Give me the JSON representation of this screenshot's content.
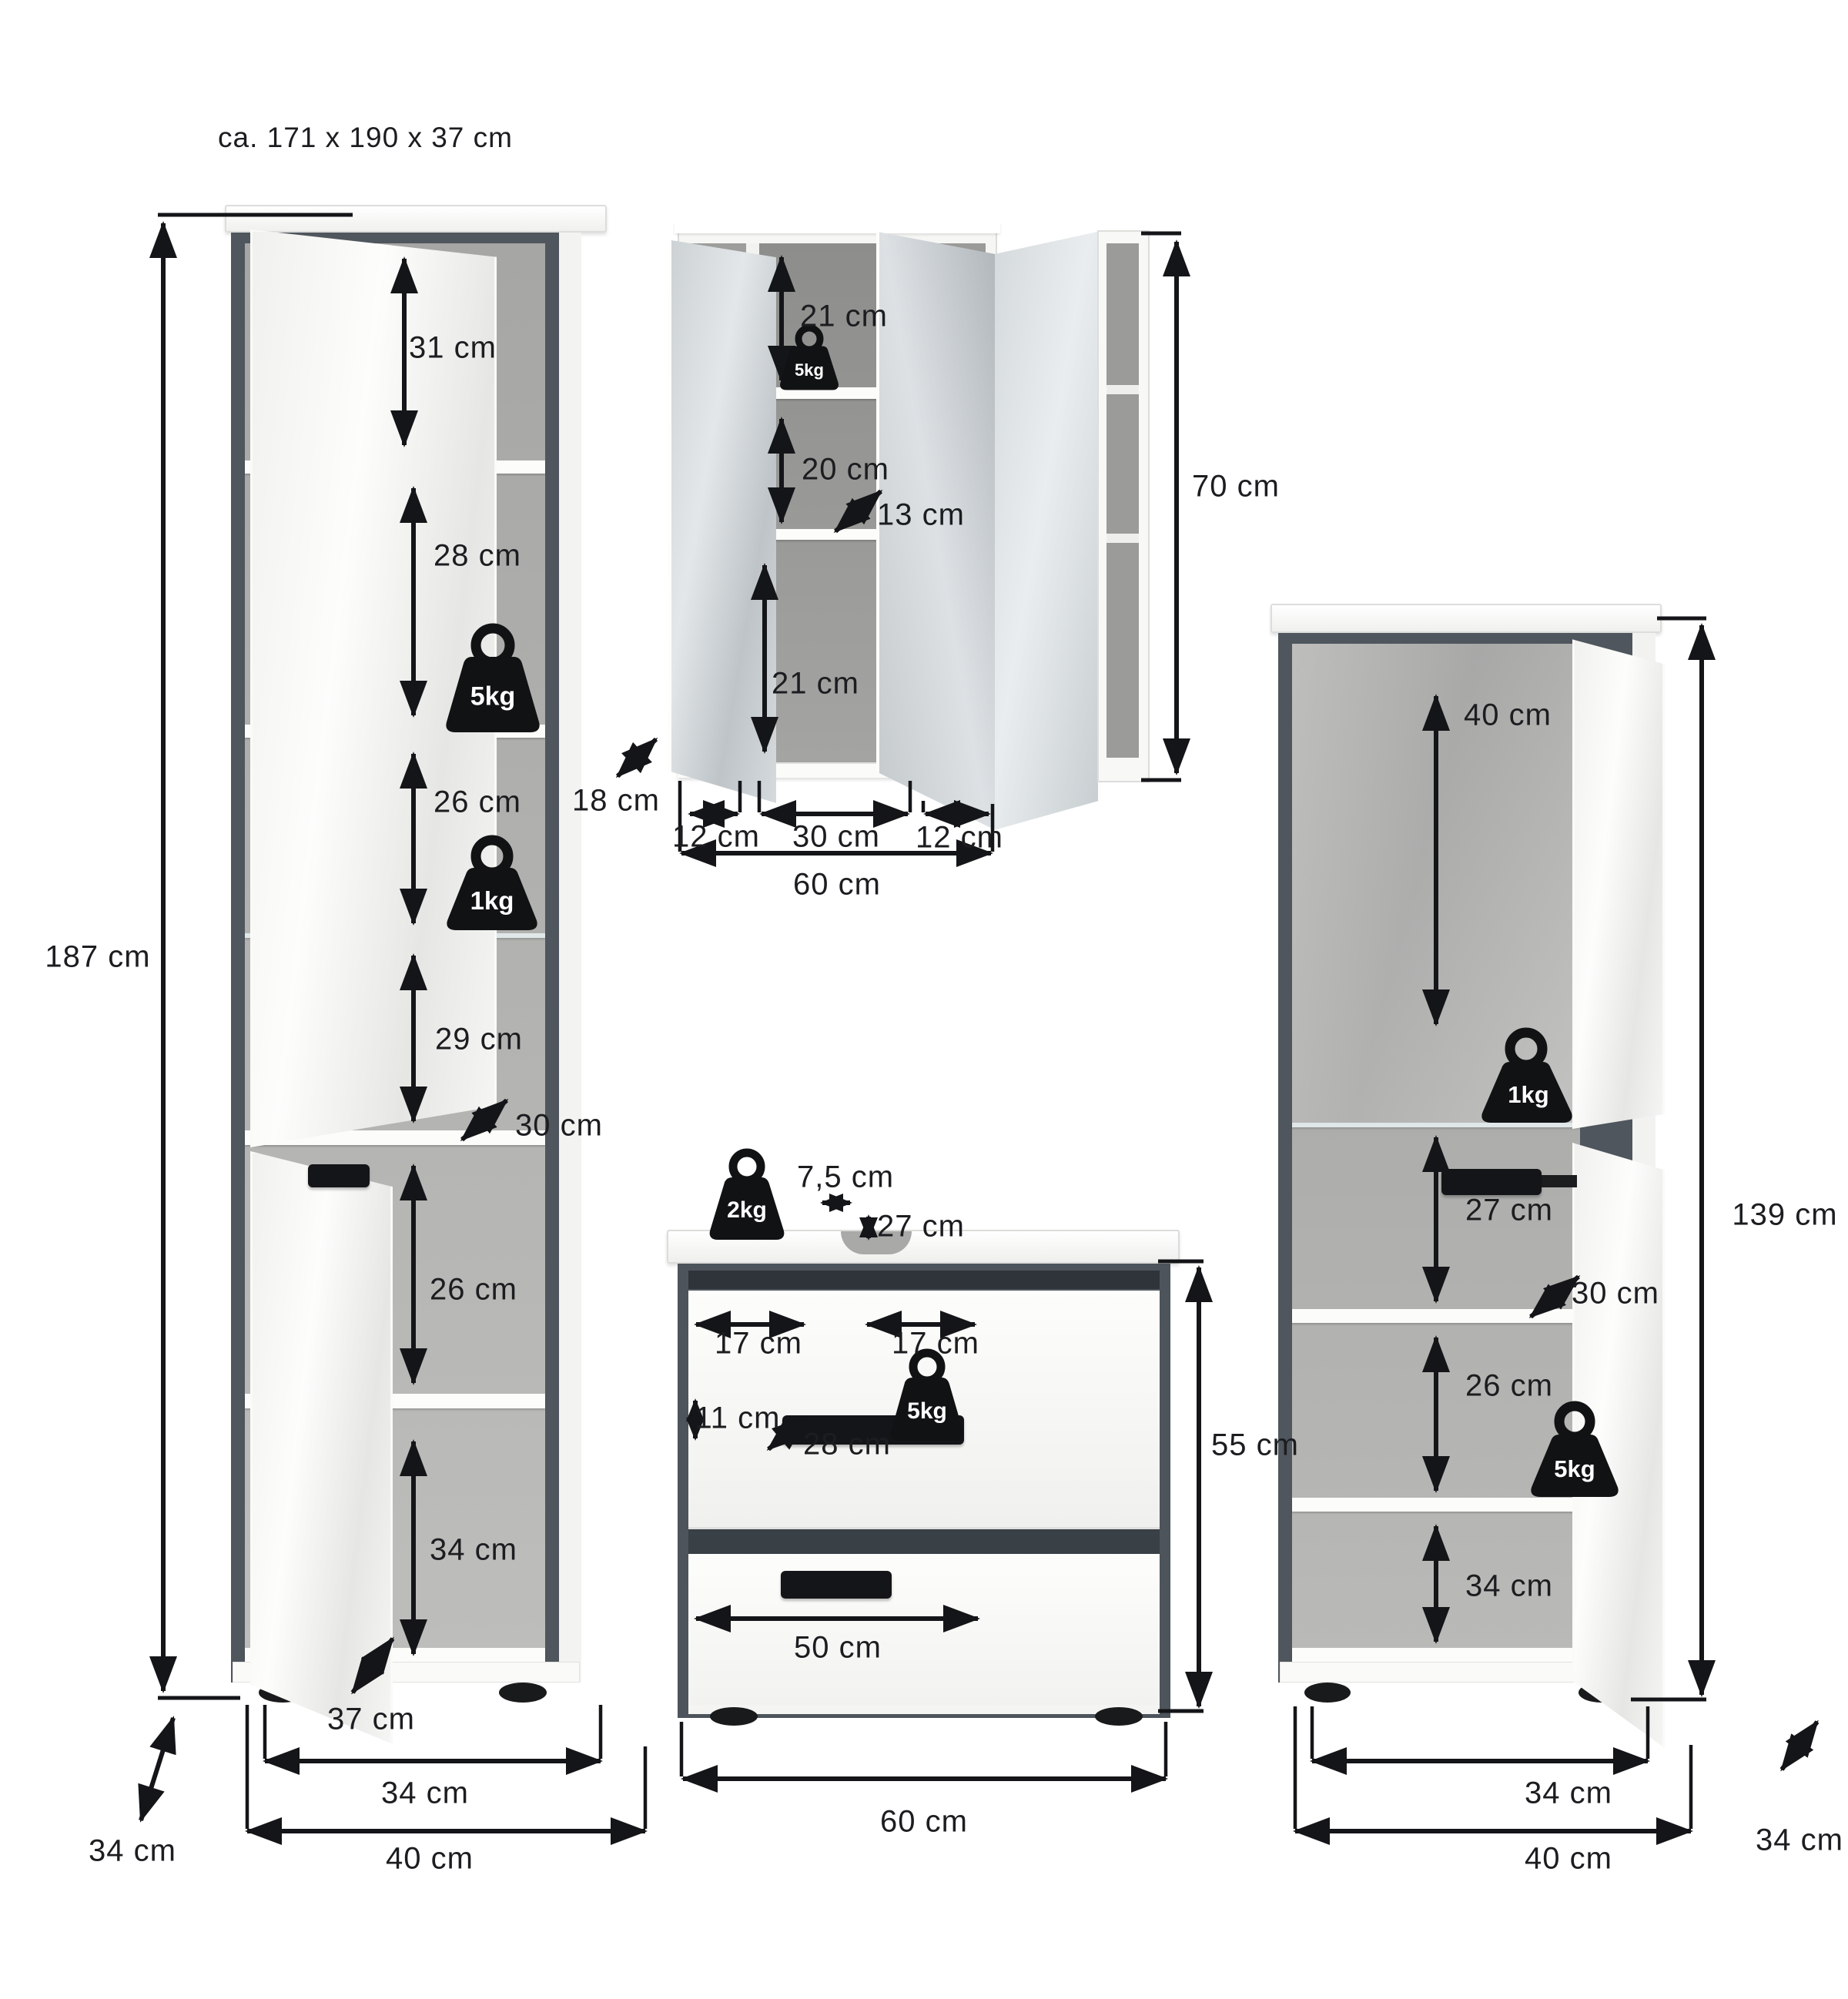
{
  "title": "ca. 171 x 190 x 37 cm",
  "tall_cabinet": {
    "total_height": "187 cm",
    "compartment_1": "31 cm",
    "compartment_2": "28 cm",
    "compartment_2_load": "5kg",
    "compartment_3": "26 cm",
    "compartment_3_load": "1kg",
    "compartment_4": "29 cm",
    "shelf_depth": "30 cm",
    "compartment_5": "26 cm",
    "compartment_6": "34 cm",
    "inner_width": "34 cm",
    "outer_width": "40 cm",
    "depth": "34 cm",
    "side_depth": "37 cm"
  },
  "mirror_cabinet": {
    "wall_distance": "18 cm",
    "compartment_1": "21 cm",
    "compartment_1_load": "5kg",
    "compartment_2": "20 cm",
    "shelf_depth": "13 cm",
    "compartment_3": "21 cm",
    "door_width_left": "12 cm",
    "middle_width": "30 cm",
    "door_width_right": "12 cm",
    "total_width": "60 cm",
    "height": "70 cm"
  },
  "sink_cabinet": {
    "top_load": "2kg",
    "hole_width": "7,5 cm",
    "hole_depth": "27 cm",
    "handle_offset_left": "17 cm",
    "handle_offset_right": "17 cm",
    "front_height": "11 cm",
    "inner_depth": "28 cm",
    "drawer_load": "5kg",
    "drawer_width": "50 cm",
    "total_width": "60 cm",
    "height": "55 cm"
  },
  "medium_cabinet": {
    "compartment_1": "40 cm",
    "compartment_1_load": "1kg",
    "compartment_2": "27 cm",
    "shelf_depth": "30 cm",
    "compartment_3": "26 cm",
    "compartment_3_load": "5kg",
    "compartment_4": "34 cm",
    "inner_width": "34 cm",
    "outer_width": "40 cm",
    "depth": "34 cm",
    "height": "139 cm"
  }
}
